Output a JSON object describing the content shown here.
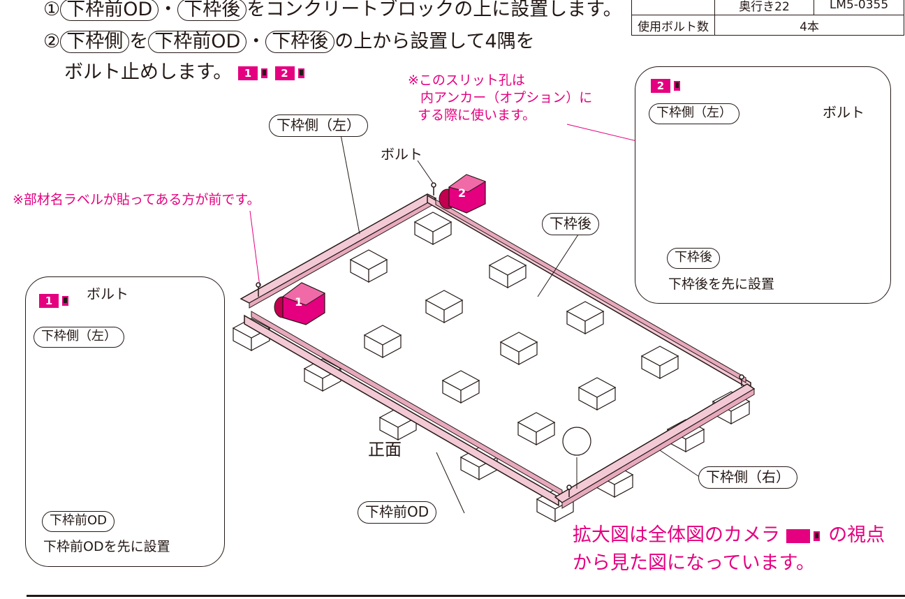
{
  "steps": {
    "step1": {
      "num": "①",
      "part_a": "下枠前OD",
      "sep": "・",
      "part_b": "下枠後",
      "rest": "をコンクリートブロックの上に設置します。"
    },
    "step2": {
      "num": "②",
      "part_a": "下枠側",
      "text_a": "を",
      "part_b": "下枠前OD",
      "sep": "・",
      "part_c": "下枠後",
      "rest": "の上から設置して4隅を"
    },
    "step2_cont": "ボルト止めします。",
    "cam1": "1",
    "cam2": "2"
  },
  "spec_table": {
    "row1": [
      "奥行き22",
      "LM5-0355"
    ],
    "row2": [
      "使用ボルト数",
      "4本"
    ]
  },
  "notes": {
    "slit_line1": "※このスリット孔は",
    "slit_line2": "内アンカー（オプション）に",
    "slit_line3": "する際に使います。",
    "front_label": "※部材名ラベルが貼ってある方が前です。"
  },
  "labels": {
    "side_left_top": "下枠側（左）",
    "bolt_top": "ボルト",
    "rear": "下枠後",
    "front_od": "下枠前OD",
    "side_right": "下枠側（右）",
    "front_face": "正面",
    "cam1_num": "1",
    "cam2_num": "2"
  },
  "inset1": {
    "cam": "1",
    "bolt": "ボルト",
    "side_left": "下枠側（左）",
    "front_od": "下枠前OD",
    "caption": "下枠前ODを先に設置"
  },
  "inset2": {
    "cam": "2",
    "bolt": "ボルト",
    "side_left": "下枠側（左）",
    "rear": "下枠後",
    "caption": "下枠後を先に設置"
  },
  "footer_note": {
    "line1a": "拡大図は全体図のカメラ",
    "line1b": "の視点",
    "line2": "から見た図になっています。"
  },
  "colors": {
    "accent": "#e4007f",
    "frame": "#f3c9d6",
    "frame_dark": "#e7a9bd",
    "ink": "#231815"
  }
}
